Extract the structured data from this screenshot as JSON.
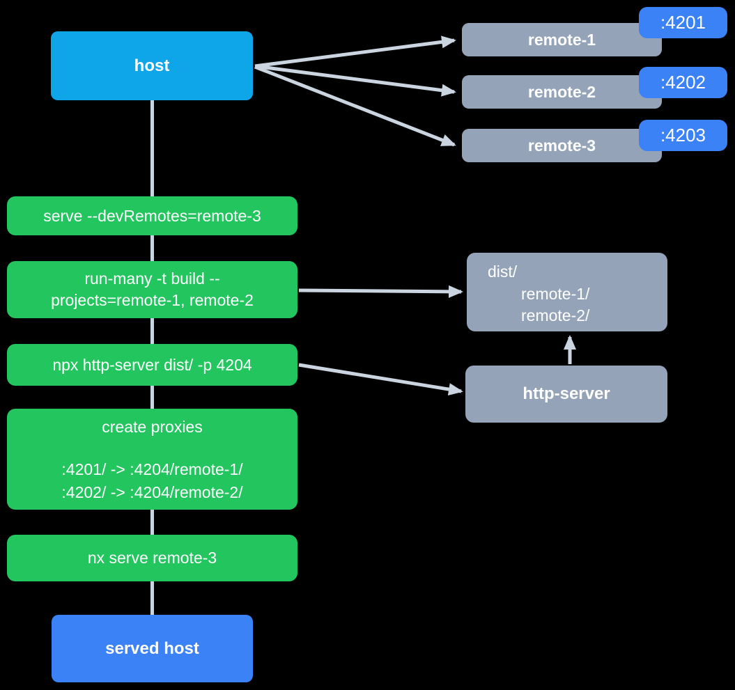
{
  "colors": {
    "background": "#000000",
    "host": "#0ea5e9",
    "green": "#22c55e",
    "slate": "#94a3b8",
    "blue": "#3b82f6",
    "connector": "#cbd5e1"
  },
  "host": {
    "label": "host"
  },
  "remotes": [
    {
      "label": "remote-1",
      "port": ":4201"
    },
    {
      "label": "remote-2",
      "port": ":4202"
    },
    {
      "label": "remote-3",
      "port": ":4203"
    }
  ],
  "steps": {
    "serve": "serve --devRemotes=remote-3",
    "run_many_line1": "run-many -t build --",
    "run_many_line2": "projects=remote-1, remote-2",
    "http_server_cmd": "npx http-server dist/ -p 4204",
    "proxies_title": "create proxies",
    "proxy_1": ":4201/ -> :4204/remote-1/",
    "proxy_2": ":4202/ -> :4204/remote-2/",
    "nx_serve": "nx serve remote-3"
  },
  "dist": {
    "root": "dist/",
    "child_1": "remote-1/",
    "child_2": "remote-2/"
  },
  "http_server": {
    "label": "http-server"
  },
  "served_host": {
    "label": "served host"
  }
}
